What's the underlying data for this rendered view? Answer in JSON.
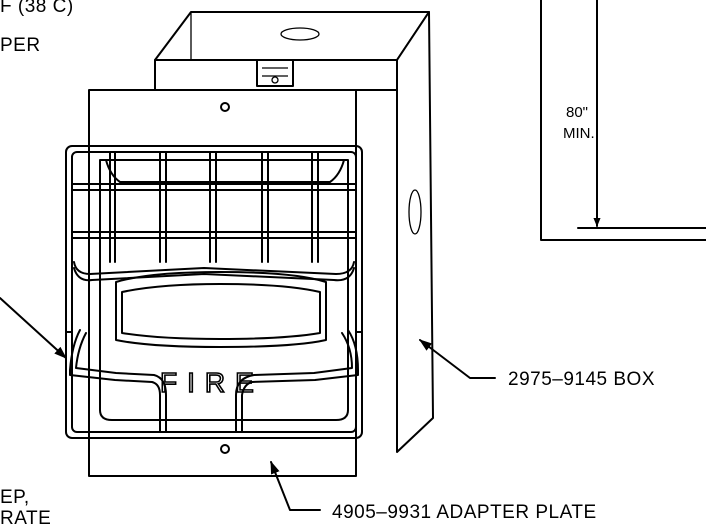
{
  "labels": {
    "top_left_temp": "F (38 C)",
    "top_left_line2": "PER",
    "bottom_left_line1": "EP,",
    "bottom_left_line2": "RATE",
    "box_label": "2975–9145 BOX",
    "adapter_label": "4905–9931 ADAPTER PLATE",
    "dimension_value": "80\"",
    "dimension_note": "MIN.",
    "device_text": "FIRE"
  },
  "icons": {
    "arrowhead": "arrowhead-icon",
    "mounting_hole": "mounting-hole-icon"
  },
  "colors": {
    "ink": "#000000",
    "paper": "#ffffff"
  }
}
